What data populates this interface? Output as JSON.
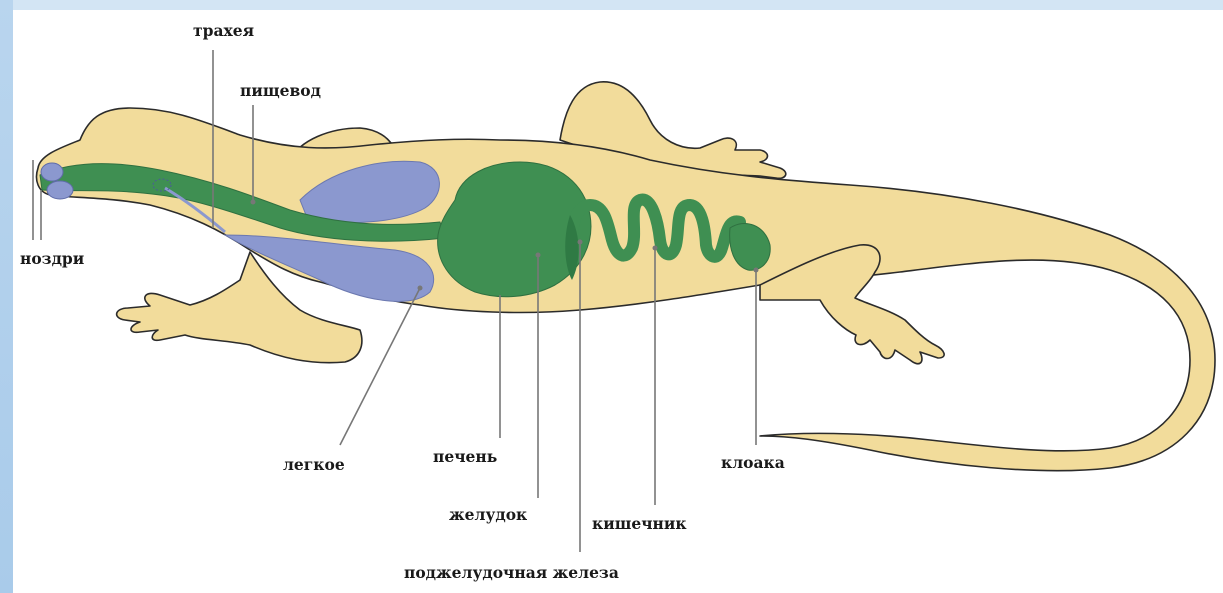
{
  "labels": {
    "trachea": "трахея",
    "esophagus": "пищевод",
    "nostrils": "ноздри",
    "lung": "легкое",
    "liver": "печень",
    "stomach": "желудок",
    "pancreas": "поджелудочная железа",
    "intestine": "кишечник",
    "cloaca": "клоака"
  },
  "colors": {
    "body": "#f2dc9b",
    "outline": "#2b2b2b",
    "digestive": "#3f8f52",
    "lung": "#8b98cf",
    "leader": "#777777"
  }
}
